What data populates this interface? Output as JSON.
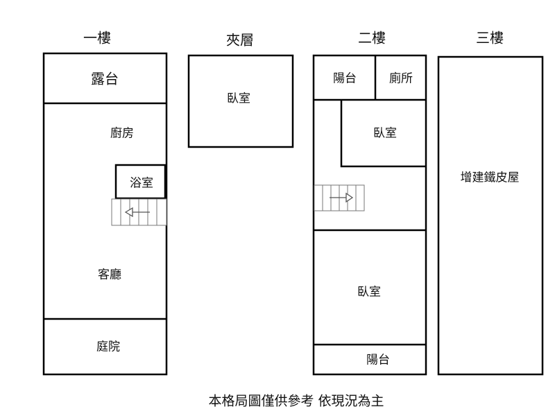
{
  "floors": {
    "f1": {
      "title": "一樓",
      "rooms": {
        "terrace": "露台",
        "kitchen": "廚房",
        "bath": "浴室",
        "living": "客廳",
        "yard": "庭院"
      }
    },
    "mezz": {
      "title": "夾層",
      "rooms": {
        "bedroom": "臥室"
      }
    },
    "f2": {
      "title": "二樓",
      "rooms": {
        "balcony_top": "陽台",
        "toilet": "廁所",
        "bedroom1": "臥室",
        "bedroom2": "臥室",
        "balcony_bottom": "陽台"
      }
    },
    "f3": {
      "title": "三樓",
      "rooms": {
        "addition": "增建鐵皮屋"
      }
    }
  },
  "footer": "本格局圖僅供參考 依現況為主"
}
